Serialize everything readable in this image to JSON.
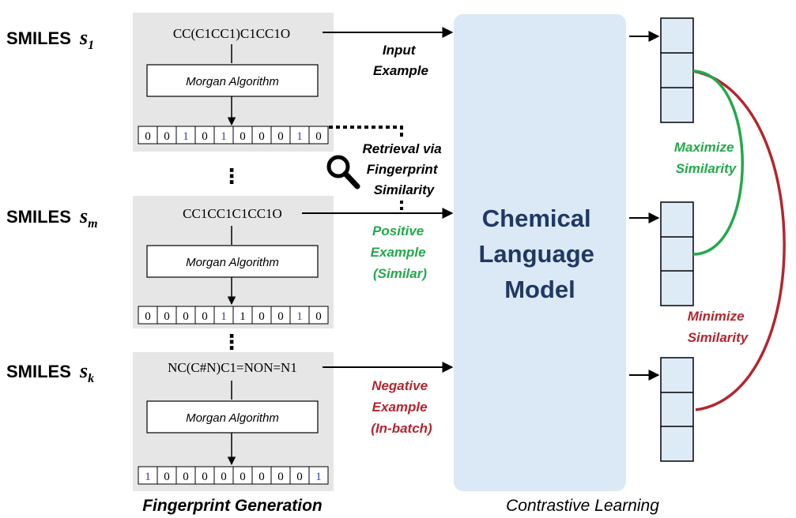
{
  "rows": [
    {
      "label": "SMILES",
      "symbol": "s",
      "subscript": "1",
      "smiles": "CC(C1CC1)C1CC1O",
      "algorithm": "Morgan Algorithm",
      "bits": [
        "0",
        "0",
        "1",
        "0",
        "1",
        "0",
        "0",
        "0",
        "1",
        "0"
      ],
      "highlight": [
        2,
        4,
        8
      ]
    },
    {
      "label": "SMILES",
      "symbol": "s",
      "subscript": "m",
      "smiles": "CC1CC1C1CC1O",
      "algorithm": "Morgan Algorithm",
      "bits": [
        "0",
        "0",
        "0",
        "0",
        "1",
        "1",
        "0",
        "0",
        "1",
        "0"
      ],
      "highlight": [
        4,
        8
      ]
    },
    {
      "label": "SMILES",
      "symbol": "s",
      "subscript": "k",
      "smiles": "NC(C#N)C1=NON=N1",
      "algorithm": "Morgan Algorithm",
      "bits": [
        "1",
        "0",
        "0",
        "0",
        "0",
        "0",
        "0",
        "0",
        "0",
        "1"
      ],
      "highlight": [
        0,
        9
      ]
    }
  ],
  "ellipsis": "⋮",
  "retrieval": [
    "Retrieval via",
    "Fingerprint",
    "Similarity"
  ],
  "input_example": [
    "Input",
    "Example"
  ],
  "positive_example": [
    "Positive",
    "Example",
    "(Similar)"
  ],
  "negative_example": [
    "Negative",
    "Example",
    "(In-batch)"
  ],
  "model": [
    "Chemical",
    "Language",
    "Model"
  ],
  "maximize": [
    "Maximize",
    "Similarity"
  ],
  "minimize": [
    "Minimize",
    "Similarity"
  ],
  "footer_left": "Fingerprint Generation",
  "footer_right": "Contrastive Learning",
  "colors": {
    "panel": "#e6e6e6",
    "model_box": "#dbe9f6",
    "model_text": "#1f3864",
    "embed_fill": "#ddebf7",
    "green": "#22a94a",
    "red": "#b3262e",
    "bit_highlight": "#2f3fa0"
  }
}
